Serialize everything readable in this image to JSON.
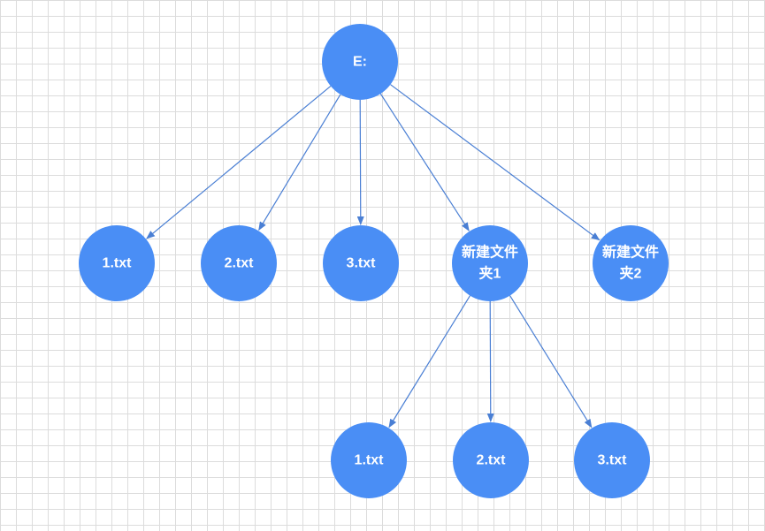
{
  "diagram": {
    "node_color": "#4a8ef5",
    "edge_color": "#4a7fd4",
    "text_color": "#ffffff",
    "nodes": [
      {
        "id": "root",
        "lines": [
          "E:"
        ]
      },
      {
        "id": "r1",
        "lines": [
          "1.txt"
        ]
      },
      {
        "id": "r2",
        "lines": [
          "2.txt"
        ]
      },
      {
        "id": "r3",
        "lines": [
          "3.txt"
        ]
      },
      {
        "id": "f1",
        "lines": [
          "新建文件",
          "夹1"
        ]
      },
      {
        "id": "f2",
        "lines": [
          "新建文件",
          "夹2"
        ]
      },
      {
        "id": "c1",
        "lines": [
          "1.txt"
        ]
      },
      {
        "id": "c2",
        "lines": [
          "2.txt"
        ]
      },
      {
        "id": "c3",
        "lines": [
          "3.txt"
        ]
      }
    ],
    "edges": [
      {
        "from": "root",
        "to": "r1"
      },
      {
        "from": "root",
        "to": "r2"
      },
      {
        "from": "root",
        "to": "r3"
      },
      {
        "from": "root",
        "to": "f1"
      },
      {
        "from": "root",
        "to": "f2"
      },
      {
        "from": "f1",
        "to": "c1"
      },
      {
        "from": "f1",
        "to": "c2"
      },
      {
        "from": "f1",
        "to": "c3"
      }
    ]
  }
}
